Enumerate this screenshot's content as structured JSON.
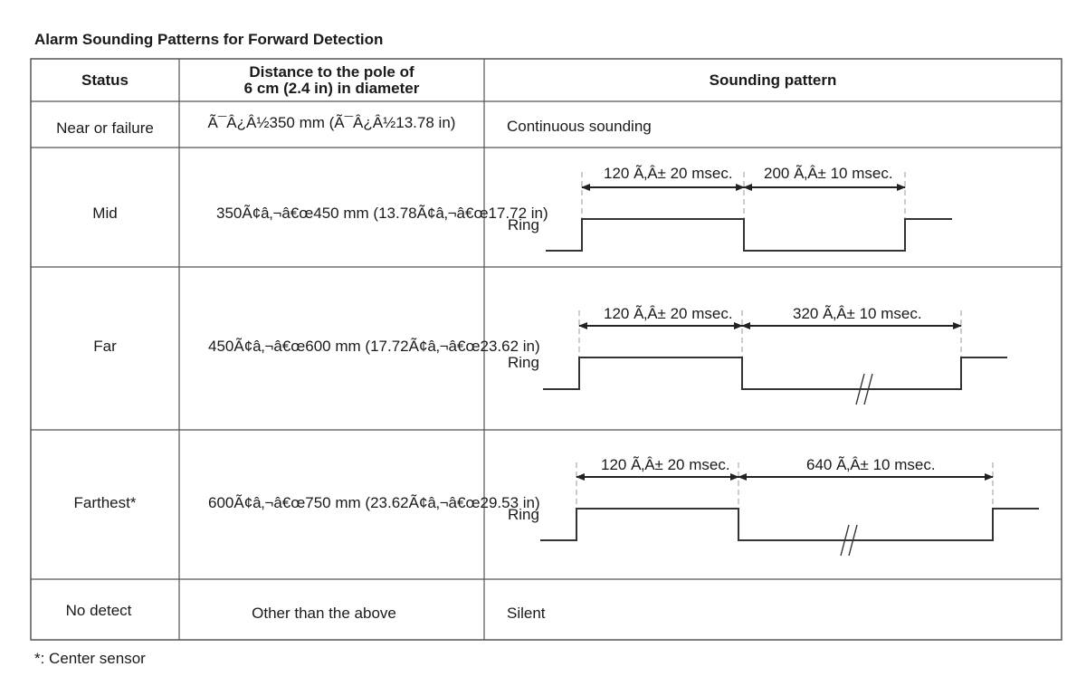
{
  "title": "Alarm Sounding Patterns for Forward Detection",
  "headers": {
    "status": "Status",
    "distance": "Distance to the pole of\n6 cm (2.4 in) in diameter",
    "pattern": "Sounding pattern"
  },
  "rows": [
    {
      "status": "Near or failure",
      "distance": "Ã¯Â¿Â½350 mm (Ã¯Â¿Â½13.78 in)",
      "pattern_text": "Continuous sounding"
    },
    {
      "status": "Mid",
      "distance": "350Ã¢â‚¬â€œ450 mm (13.78Ã¢â‚¬â€œ17.72 in)",
      "ring_label": "Ring",
      "on_label": "120 Ã‚Â± 20 msec.",
      "off_label": "200 Ã‚Â± 10 msec."
    },
    {
      "status": "Far",
      "distance": "450Ã¢â‚¬â€œ600 mm (17.72Ã¢â‚¬â€œ23.62 in)",
      "ring_label": "Ring",
      "on_label": "120 Ã‚Â± 20 msec.",
      "off_label": "320 Ã‚Â± 10 msec."
    },
    {
      "status": "Farthest*",
      "distance": "600Ã¢â‚¬â€œ750 mm (23.62Ã¢â‚¬â€œ29.53 in)",
      "ring_label": "Ring",
      "on_label": "120 Ã‚Â± 20 msec.",
      "off_label": "640 Ã‚Â± 10 msec."
    },
    {
      "status": "No detect",
      "distance": "Other than the above",
      "pattern_text": "Silent"
    }
  ],
  "footnote": "*: Center sensor"
}
